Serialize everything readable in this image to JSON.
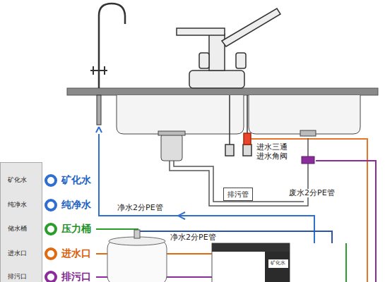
{
  "diagram": {
    "nodes": [
      {
        "text": [
          "矿化水",
          "纯净水",
          "储水桶",
          "进水口",
          "排污口"
        ]
      },
      {
        "text": [
          "排污管"
        ]
      }
    ],
    "labels": [
      "进水三通",
      "进水角阀",
      "净水2分PE管",
      "废水2分PE管",
      "净水2分PE管",
      "矿化水",
      "纯净水",
      "压力桶",
      "进水口",
      "排污口",
      "矿化水"
    ]
  }
}
